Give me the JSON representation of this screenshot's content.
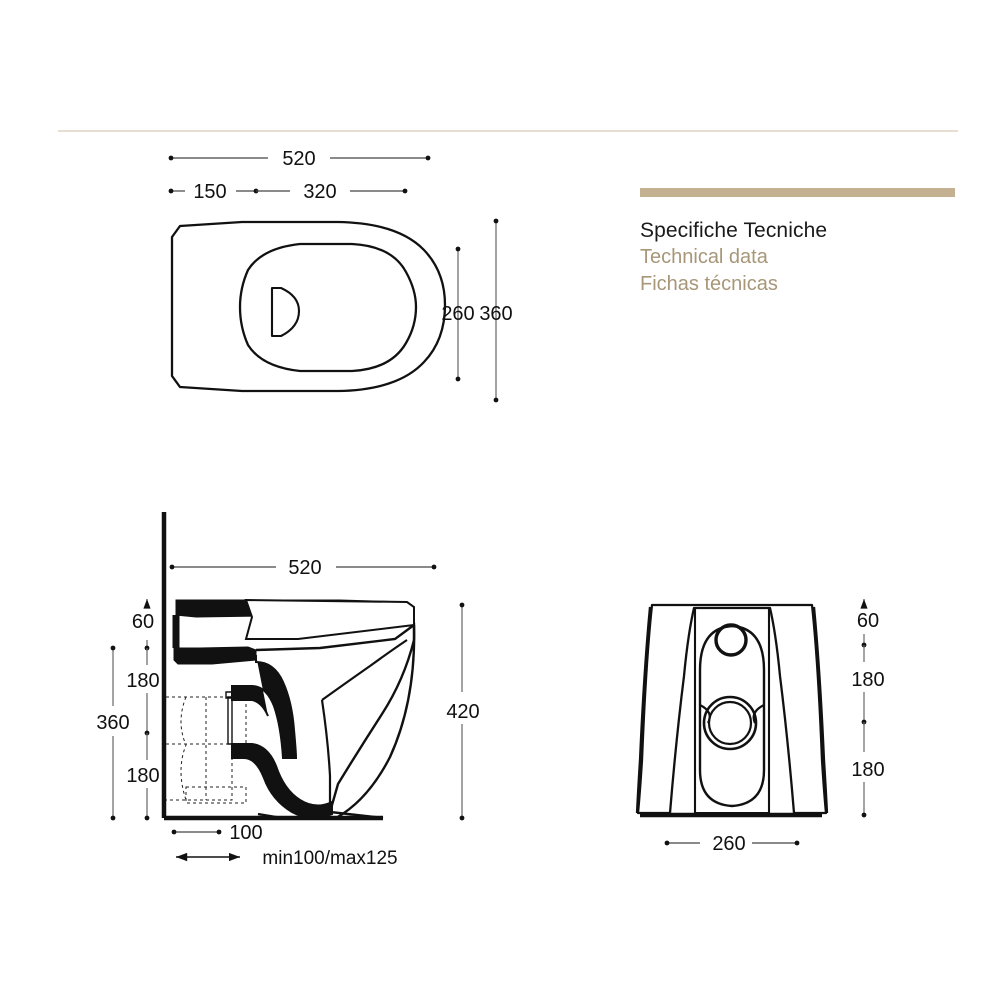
{
  "document": {
    "type": "technical-drawing",
    "product": "floor-standing-wc",
    "background_color": "#ffffff",
    "line_color": "#111111",
    "accent_color": "#c3b191",
    "subtitle_color": "#a79778",
    "rule_color": "#e7ded2"
  },
  "header": {
    "title_it": "Specifiche Tecniche",
    "title_en": "Technical data",
    "title_es": "Fichas técnicas"
  },
  "views": {
    "top": {
      "name": "top-view",
      "dimensions": {
        "overall_length": "520",
        "segment_rear": "150",
        "segment_bowl": "320",
        "inner_width": "260",
        "overall_width": "360"
      }
    },
    "side": {
      "name": "side-view",
      "dimensions": {
        "length": "520",
        "seat_thickness": "60",
        "upper_section": "180",
        "lower_section": "180",
        "outlet_height_total": "360",
        "overall_height": "420",
        "outlet_offset": "100",
        "rough_in_range": "min100/max125"
      }
    },
    "rear": {
      "name": "rear-view",
      "dimensions": {
        "seat_thickness": "60",
        "upper_section": "180",
        "lower_section": "180",
        "width": "260"
      }
    }
  }
}
